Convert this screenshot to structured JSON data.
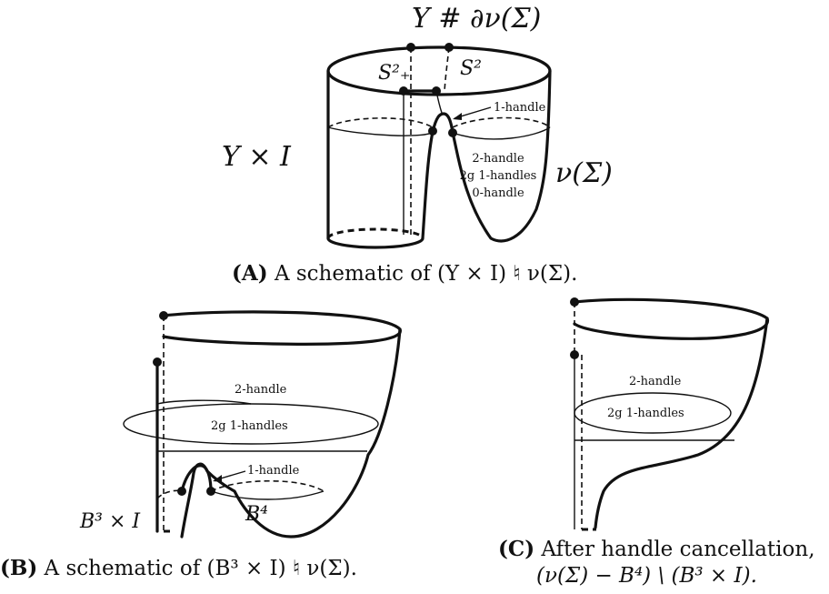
{
  "figure_a": {
    "top_label": "Y # ∂ν(Σ)",
    "s_plus_label": "S²₊",
    "s2_label": "S²",
    "one_handle_label": "1-handle",
    "y_times_i_label": "Y × I",
    "handles_lines": [
      "2-handle",
      "2g 1-handles",
      "0-handle"
    ],
    "nu_sigma_label": "ν(Σ)",
    "caption_tag": "(A)",
    "caption_text": "A schematic of (Y × I) ♮ ν(Σ)."
  },
  "figure_b": {
    "two_handle_label": "2-handle",
    "two_g_label": "2g 1-handles",
    "one_handle_label": "1-handle",
    "b3_label": "B³ × I",
    "b4_label": "B⁴",
    "caption_tag": "(B)",
    "caption_text": "A schematic of (B³ × I) ♮ ν(Σ)."
  },
  "figure_c": {
    "two_handle_label": "2-handle",
    "two_g_label": "2g 1-handles",
    "caption_tag": "(C)",
    "caption_line1": "After handle cancellation,",
    "caption_line2": "(ν(Σ) − B⁴) \\ (B³ × I)."
  }
}
